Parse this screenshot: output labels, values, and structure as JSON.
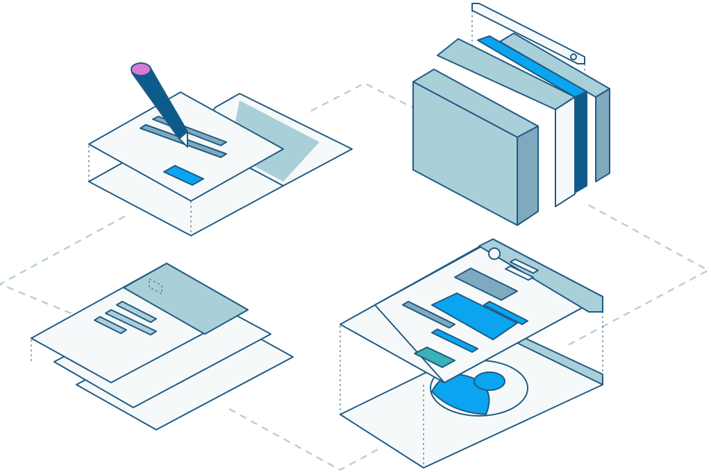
{
  "illustration": {
    "scenes": [
      "edit-document",
      "book-library",
      "stacked-pages",
      "profile-page"
    ]
  },
  "colors": {
    "stroke": "#1f5a83",
    "paper": "#f6f9f9",
    "light_teal": "#a9cfd9",
    "bright_blue": "#0aa4f0",
    "pencil_navy": "#0f5a8c",
    "eraser_pink": "#d87ad6",
    "teal_button": "#38b2b4",
    "dash_line": "#b9cfd8"
  }
}
